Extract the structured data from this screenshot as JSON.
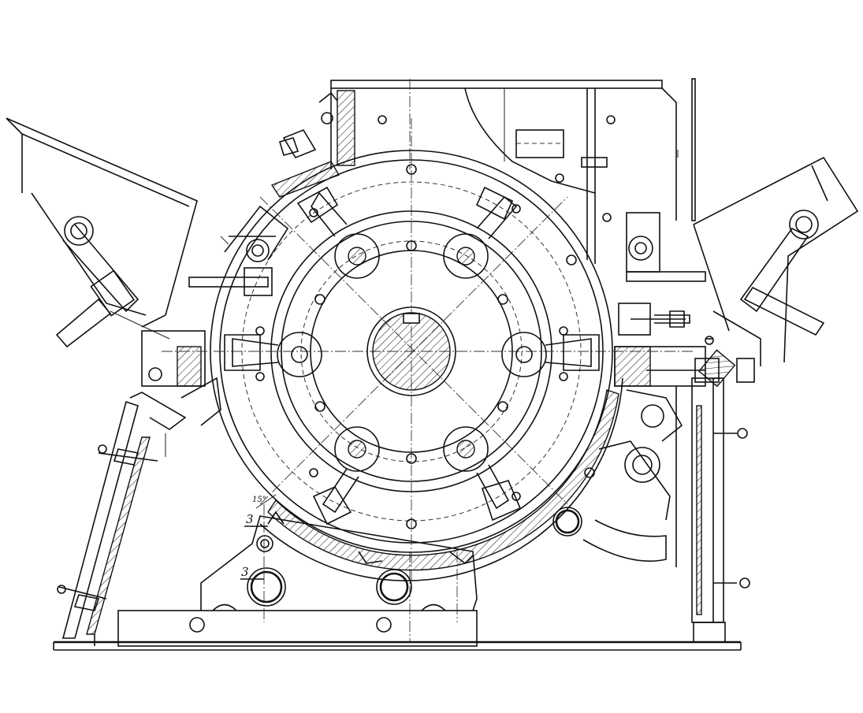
{
  "annotations": {
    "section_mark_upper": "3",
    "section_mark_lower": "3",
    "angle_label": "15°"
  },
  "colors": {
    "ink": "#111111",
    "paper": "#ffffff"
  },
  "icons": {
    "main_shaft": "shaft-section-icon",
    "rotor": "rotor-disc-icon"
  }
}
